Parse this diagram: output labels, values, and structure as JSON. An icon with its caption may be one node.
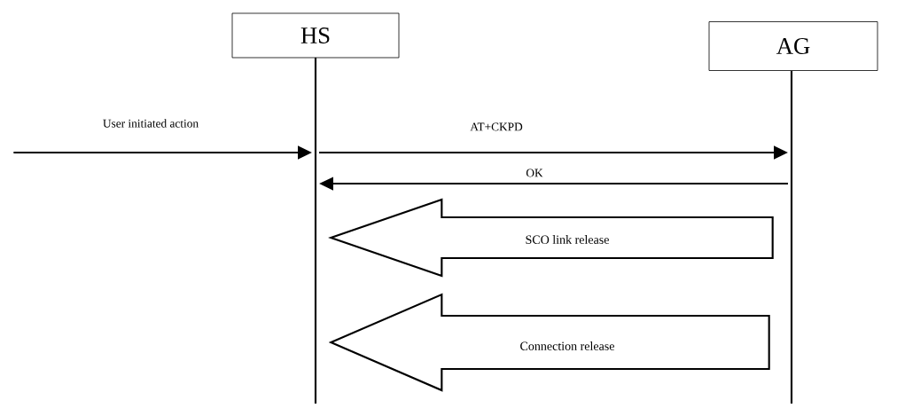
{
  "diagram": {
    "nodes": [
      {
        "text": [
          "HS"
        ]
      },
      {
        "text": [
          "AG"
        ]
      },
      {
        "text": [],
        "shape": "bar"
      },
      {
        "text": [],
        "shape": "bar"
      }
    ],
    "edges": [
      {
        "from": null,
        "to": 2,
        "arrow": "to",
        "label": "User initiated action"
      },
      {
        "from": 2,
        "to": 3,
        "arrow": "to",
        "label": "AT+CKPD"
      },
      {
        "from": 3,
        "to": 2,
        "arrow": "to",
        "label": "OK"
      },
      {
        "from": 3,
        "to": 2,
        "arrow": "to",
        "label": "SCO link release",
        "style": "thick"
      },
      {
        "from": 3,
        "to": 2,
        "arrow": "to",
        "label": "Connection release",
        "style": "thick"
      }
    ]
  }
}
